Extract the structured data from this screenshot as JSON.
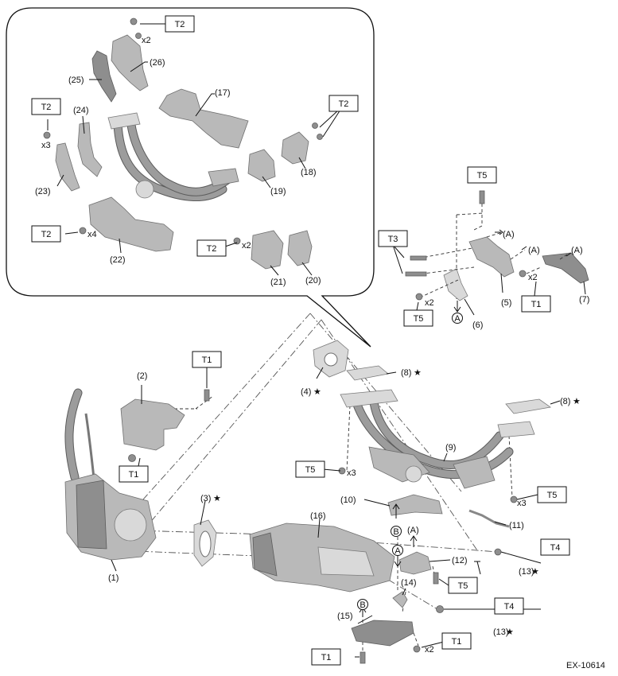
{
  "figure_id": "EX-10614",
  "parts": {
    "p1": "(1)",
    "p2": "(2)",
    "p3": "(3)",
    "p4": "(4)",
    "p5": "(5)",
    "p6": "(6)",
    "p7": "(7)",
    "p8a": "(8)",
    "p8b": "(8)",
    "p9": "(9)",
    "p10": "(10)",
    "p11": "(11)",
    "p12": "(12)",
    "p13a": "(13)",
    "p13b": "(13)",
    "p14": "(14)",
    "p15": "(15)",
    "p16": "(16)",
    "p17": "(17)",
    "p18": "(18)",
    "p19": "(19)",
    "p20": "(20)",
    "p21": "(21)",
    "p22": "(22)",
    "p23": "(23)",
    "p24": "(24)",
    "p25": "(25)",
    "p26": "(26)"
  },
  "torque": {
    "t2_top": "T2",
    "t2_left": "T2",
    "t2_right": "T2",
    "t2_22": "T2",
    "t2_21": "T2",
    "t5_top": "T5",
    "t3": "T3",
    "t5_mid": "T5",
    "t1_7": "T1",
    "t1_2top": "T1",
    "t1_2bot": "T1",
    "t5_9left": "T5",
    "t5_9right": "T5",
    "t4_a": "T4",
    "t5_12": "T5",
    "t4_b": "T4",
    "t1_15r": "T1",
    "t1_15l": "T1"
  },
  "qty": {
    "q_26": "x2",
    "q_23": "x3",
    "q_22": "x4",
    "q_21": "x2",
    "q_5": "x2",
    "q_6": "x2",
    "q_9l": "x3",
    "q_9r": "x3",
    "q_15": "x2"
  },
  "refs": {
    "a_arrow1": "(A)",
    "a_arrow2": "(A)",
    "a_arrow3": "(A)",
    "a_12": "(A)",
    "circ_a_6": "A",
    "circ_a_12": "A",
    "circ_b_10": "B",
    "circ_b_15": "B"
  },
  "star": "★"
}
